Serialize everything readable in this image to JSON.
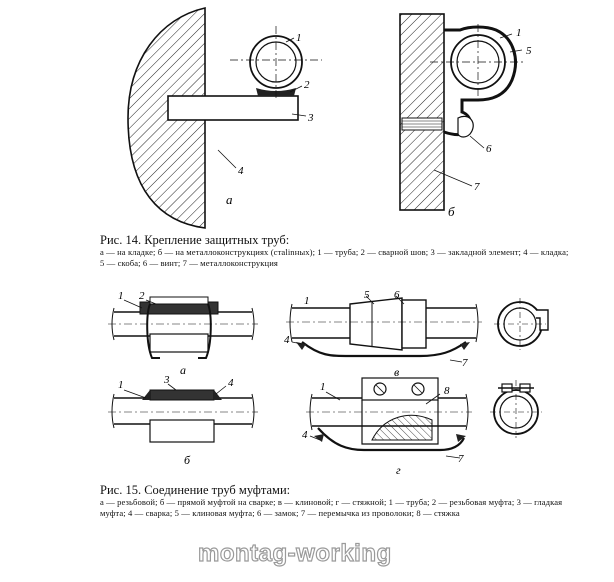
{
  "fig14": {
    "title": "Рис. 14. Крепление защитных труб:",
    "caption": "а — на кладке; б — на металлоконструкциях (стalinных); 1 — труба; 2 — сварной шов; 3 — закладной элемент; 4 — кладка; 5 — скоба; 6 — винт; 7 — металлоконструкция",
    "sub_a": "а",
    "sub_b": "б",
    "labels_a": [
      "1",
      "2",
      "3",
      "4"
    ],
    "labels_b": [
      "1",
      "5",
      "6",
      "7"
    ]
  },
  "fig15": {
    "title": "Рис. 15. Соединение труб муфтами:",
    "caption": "а — резьбовой; б — прямой муфтой на сварке; в — клиновой; г — стяжной; 1 — труба; 2 — резьбовая муфта; 3 — гладкая муфта; 4 — сварка; 5 — клиновая муфта; 6 — замок; 7 — перемычка из проволоки; 8 — стяжка",
    "sub_a": "а",
    "sub_b": "б",
    "sub_v": "в",
    "sub_g": "г",
    "labels_a": [
      "1",
      "2"
    ],
    "labels_b": [
      "1",
      "3",
      "4"
    ],
    "labels_v": [
      "1",
      "5",
      "6",
      "4",
      "7"
    ],
    "labels_g": [
      "1",
      "8",
      "4",
      "7"
    ]
  },
  "watermark": "montag-working"
}
